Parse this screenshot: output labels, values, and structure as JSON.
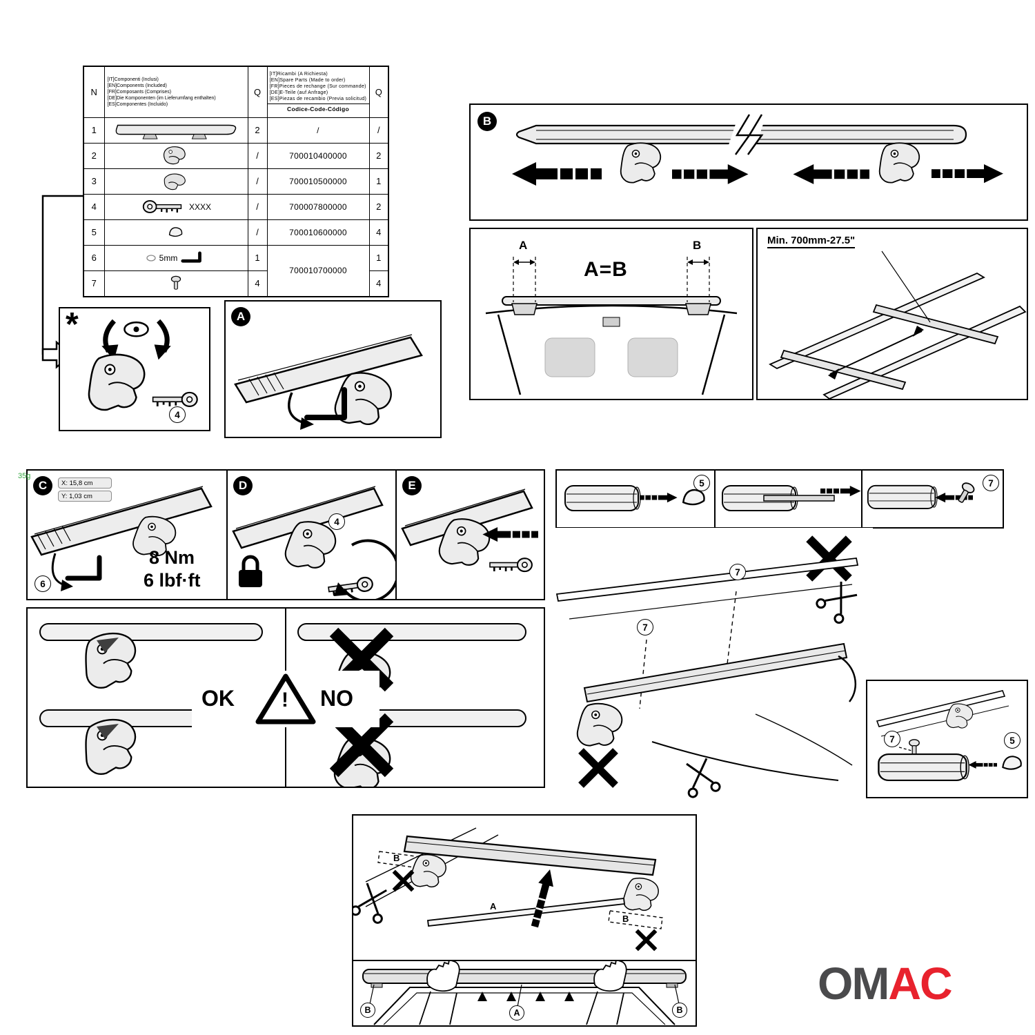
{
  "watermark": "35g",
  "table": {
    "header": {
      "n": "N",
      "q_included": "Q",
      "q_spare": "Q",
      "included": "[IT]Componenti (Inclusi)\n[EN]Components (Included)\n[FR]Composants (Comprises)\n[DE]Die Komponenten (im Lieferumfang enthalten)\n[ES]Componentes (Incluido)",
      "spare": "[IT]Ricambi (A Richiesta)\n[EN]Spare Parts (Made to order)\n[FR]Pieces de rechange (Sur commande)\n[DE]E-Teile (auf Anfrage)\n[ES]Piezas de recambio (Previa solicitud)",
      "code_label": "Codice-Code-Código"
    },
    "key_label": "XXXX",
    "allen_label": "5mm",
    "rows": [
      {
        "n": "1",
        "q1": "2",
        "code": "/",
        "q2": "/"
      },
      {
        "n": "2",
        "q1": "/",
        "code": "700010400000",
        "q2": "2"
      },
      {
        "n": "3",
        "q1": "/",
        "code": "700010500000",
        "q2": "1"
      },
      {
        "n": "4",
        "q1": "/",
        "code": "700007800000",
        "q2": "2"
      },
      {
        "n": "5",
        "q1": "/",
        "code": "700010600000",
        "q2": "4"
      },
      {
        "n": "6",
        "q1": "1",
        "code": "700010700000",
        "q2": "1"
      },
      {
        "n": "7",
        "q1": "4",
        "code": "",
        "q2": "4"
      }
    ]
  },
  "panels": {
    "star": "*",
    "a": "A",
    "b": "B",
    "c": "C",
    "d": "D",
    "e": "E"
  },
  "badges": {
    "n4": "4",
    "n5": "5",
    "n6": "6",
    "n7": "7"
  },
  "fit": {
    "a_eq_b": "A=B",
    "a": "A",
    "b": "B",
    "min_width": "Min. 700mm-27.5\""
  },
  "torque": {
    "x": "X: 15,8 cm",
    "y": "Y: 1,03 cm",
    "nm": "8 Nm",
    "lbf": "6 lbf·ft"
  },
  "okno": {
    "ok": "OK",
    "no": "NO",
    "warning": "!"
  },
  "assembly": {
    "a": "A",
    "b_left": "B",
    "b_right": "B"
  },
  "lift": {
    "a": "A",
    "b_left": "B",
    "b_right": "B"
  },
  "logo": {
    "om": "OM",
    "ac": "AC"
  }
}
